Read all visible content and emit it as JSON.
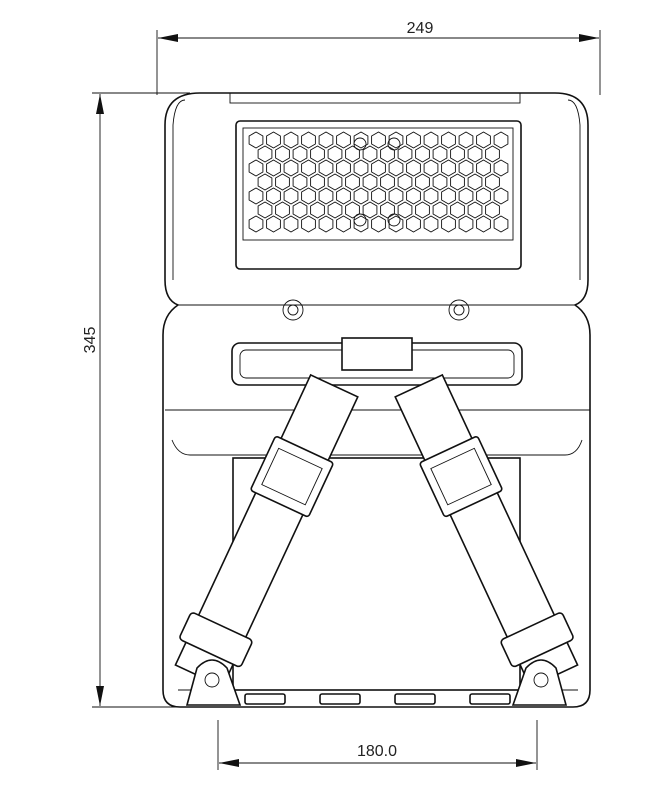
{
  "dimensions": {
    "width": "249",
    "height": "345",
    "base_width": "180.0"
  },
  "colors": {
    "line": "#111111",
    "background": "#ffffff"
  }
}
